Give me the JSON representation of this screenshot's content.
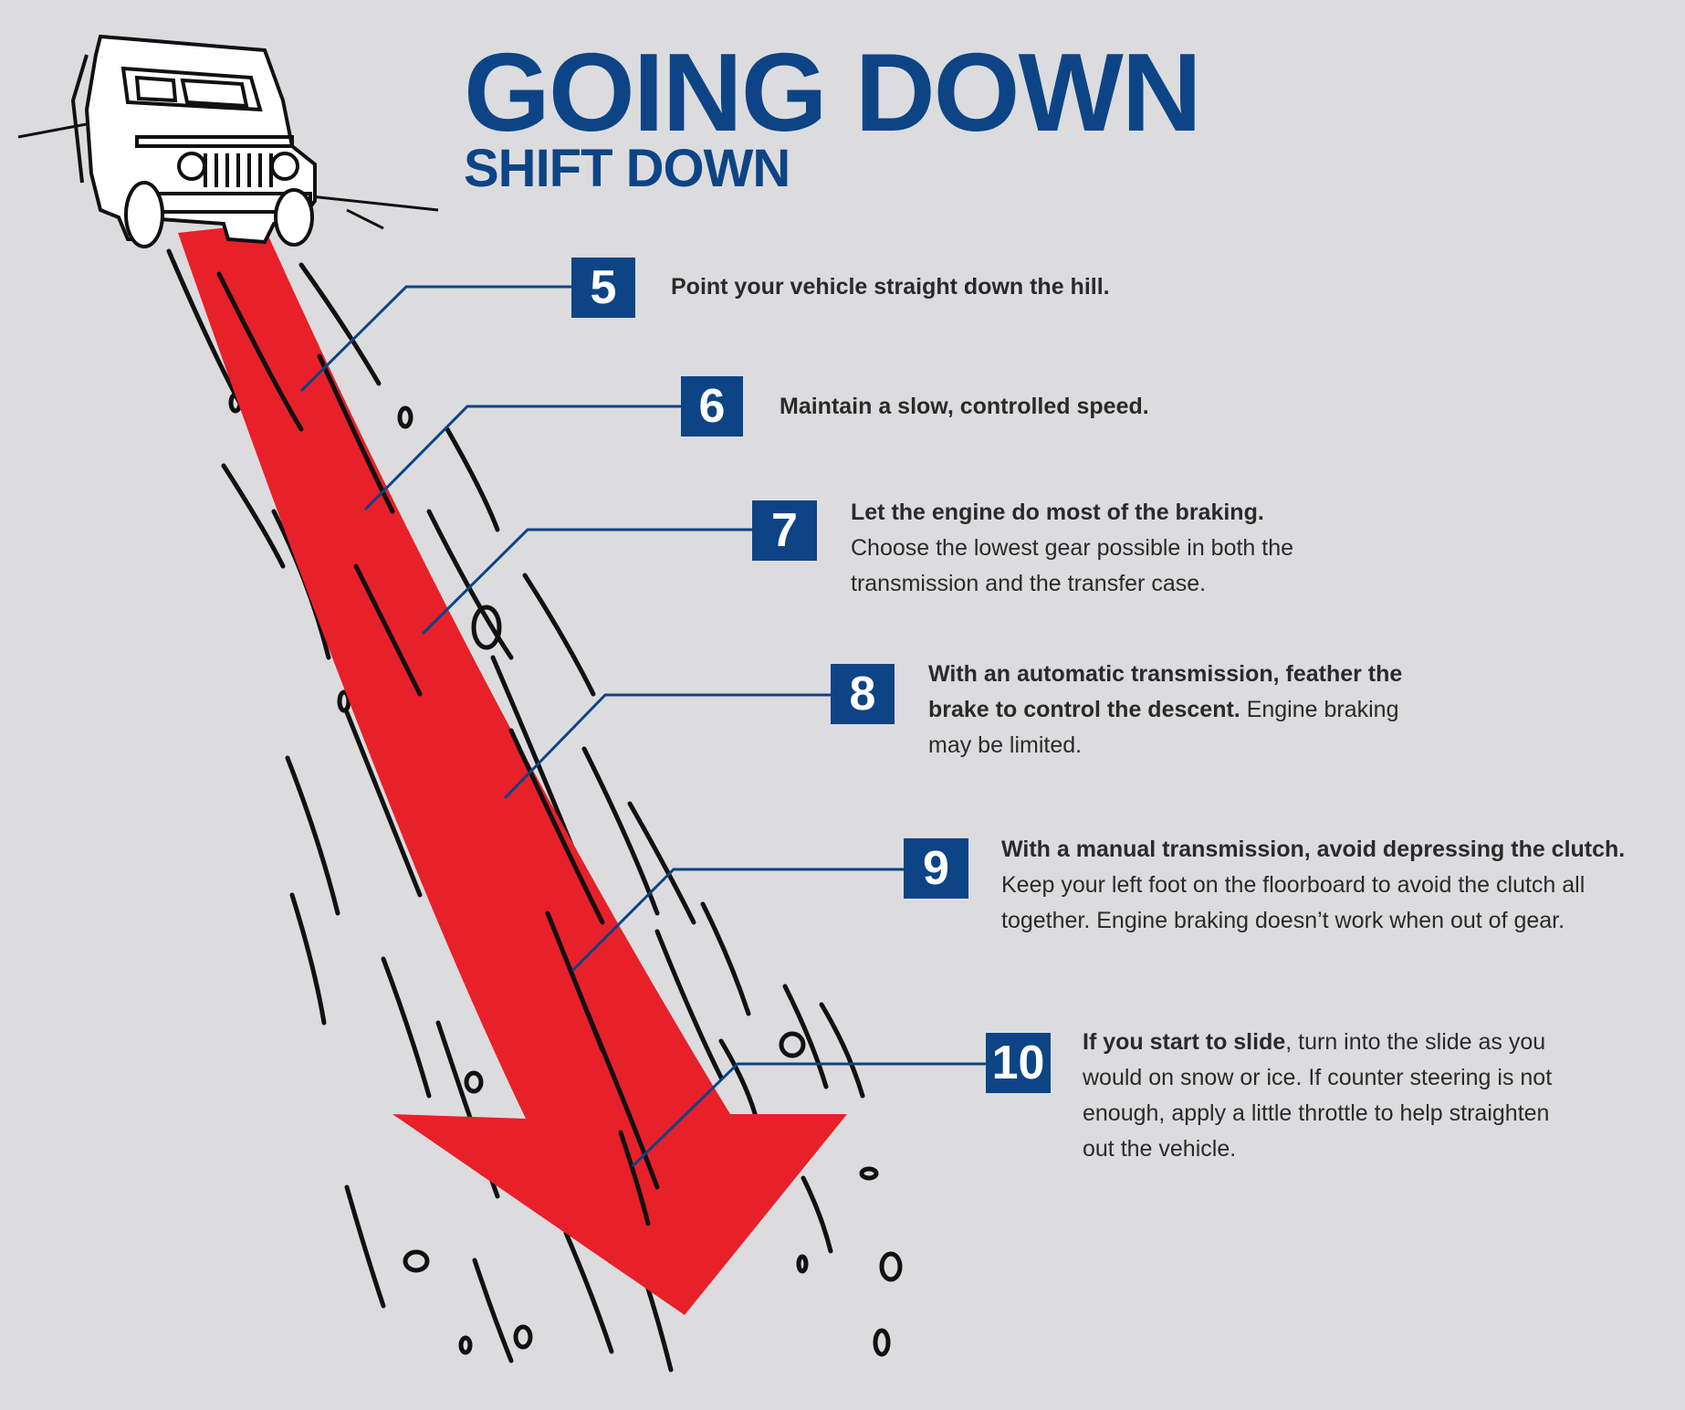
{
  "header": {
    "title": "GOING DOWN",
    "subtitle": "SHIFT DOWN"
  },
  "colors": {
    "navy": "#0d4485",
    "arrow_red": "#e8202a",
    "background": "#dcdcde",
    "text": "#2a2a2a"
  },
  "illustration": {
    "vehicle": "jeep-icon",
    "arrow": "down-arrow-icon"
  },
  "steps": [
    {
      "number": "5",
      "bold": "Point your vehicle straight down the hill.",
      "text": ""
    },
    {
      "number": "6",
      "bold": "Maintain a slow, controlled speed.",
      "text": ""
    },
    {
      "number": "7",
      "bold": "Let the engine do most of the braking.",
      "text": "Choose the lowest gear possible in both the transmission and the transfer case."
    },
    {
      "number": "8",
      "bold": "With an automatic transmission, feather the brake to control the descent.",
      "text": "Engine braking may be limited."
    },
    {
      "number": "9",
      "bold": "With a manual transmission, avoid depressing the clutch.",
      "text": "Keep your left foot on the floorboard to avoid the clutch all together. Engine braking doesn’t work when out of gear."
    },
    {
      "number": "10",
      "bold": "If you start to slide",
      "text": ", turn into the slide as you would on snow or ice. If counter steering is not enough, apply a little throttle to help straighten out the vehicle."
    }
  ]
}
